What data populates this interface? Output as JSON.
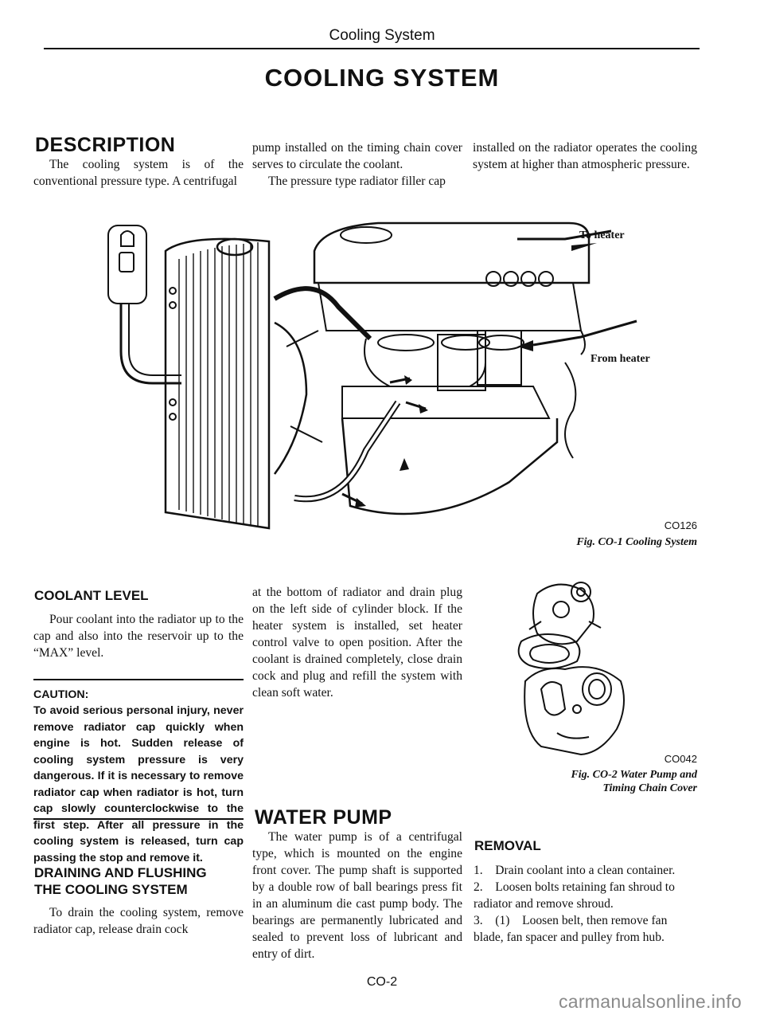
{
  "header": {
    "running_title": "Cooling System",
    "page_title": "COOLING SYSTEM"
  },
  "description": {
    "heading": "DESCRIPTION",
    "col1": "The cooling system is of the conventional pressure type. A centrifugal",
    "col2a": "pump installed on the timing chain cover serves to circulate the coolant.",
    "col2b": "The pressure type radiator filler cap",
    "col3": "installed on the radiator operates the cooling system at higher than atmospheric pressure."
  },
  "figure1": {
    "label_to_heater": "To heater",
    "label_from_heater": "From heater",
    "code": "CO126",
    "caption": "Fig. CO-1 Cooling System"
  },
  "coolant_level": {
    "heading": "COOLANT LEVEL",
    "text": "Pour coolant into the radiator up to the cap and also into the reservoir up to the “MAX” level."
  },
  "caution": {
    "heading": "CAUTION:",
    "text": "To avoid serious personal injury, never remove radiator cap quickly when engine is hot. Sudden release of cooling system pressure is very dangerous. If it is necessary to remove radiator cap when radiator is hot, turn cap slowly counterclockwise to the first step. After all pressure in the cooling system is released, turn cap passing the stop and remove it."
  },
  "draining": {
    "heading_line1": "DRAINING AND FLUSHING",
    "heading_line2": "THE COOLING SYSTEM",
    "text_col1": "To drain the cooling system, remove radiator cap, release drain cock",
    "text_col2": "at the bottom of radiator and drain plug on the left side of cylinder block. If the heater system is installed, set heater control valve to open position. After the coolant is drained completely, close drain cock and plug and refill the system with clean soft water."
  },
  "water_pump": {
    "heading": "WATER PUMP",
    "text": "The water pump is of a centrifugal type, which is mounted on the engine front cover. The pump shaft is supported by a double row of ball bearings press fit in an aluminum die cast pump body. The bearings are permanently lubricated and sealed to prevent loss of lubricant and entry of dirt."
  },
  "figure2": {
    "code": "CO042",
    "caption_line1": "Fig. CO-2 Water Pump and",
    "caption_line2": "Timing Chain Cover"
  },
  "removal": {
    "heading": "REMOVAL",
    "steps": [
      "1. Drain coolant into a clean container.",
      "2. Loosen bolts retaining fan shroud to radiator and remove shroud.",
      "3. (1) Loosen belt, then remove fan blade, fan spacer and pulley from hub."
    ]
  },
  "footer": {
    "page_number": "CO-2",
    "watermark": "carmanualsonline.info"
  }
}
